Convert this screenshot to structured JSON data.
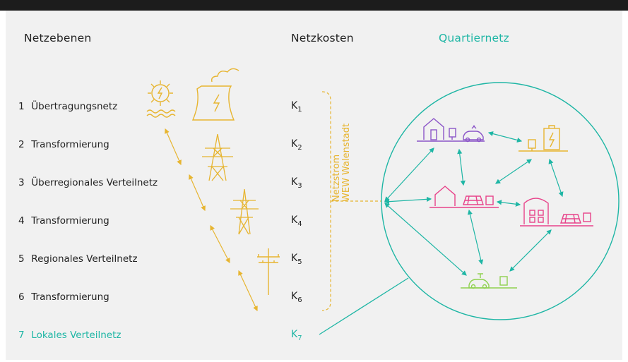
{
  "headers": {
    "left": "Netzebenen",
    "middle": "Netzkosten",
    "right": "Quartiernetz"
  },
  "levels": [
    {
      "num": "1",
      "label": "Übertragungsnetz"
    },
    {
      "num": "2",
      "label": "Transformierung"
    },
    {
      "num": "3",
      "label": "Überregionales Verteilnetz"
    },
    {
      "num": "4",
      "label": "Transformierung"
    },
    {
      "num": "5",
      "label": "Regionales Verteilnetz"
    },
    {
      "num": "6",
      "label": "Transformierung"
    },
    {
      "num": "7",
      "label": "Lokales Verteilnetz"
    }
  ],
  "costs": [
    {
      "base": "K",
      "sub": "1"
    },
    {
      "base": "K",
      "sub": "2"
    },
    {
      "base": "K",
      "sub": "3"
    },
    {
      "base": "K",
      "sub": "4"
    },
    {
      "base": "K",
      "sub": "5"
    },
    {
      "base": "K",
      "sub": "6"
    },
    {
      "base": "K",
      "sub": "7"
    }
  ],
  "bracket_label": {
    "line1": "Netzstrom",
    "line2": "WEW Walenstadt"
  },
  "colors": {
    "dark": "#222222",
    "teal": "#1fb6a5",
    "gold": "#e7b531",
    "purple": "#8b55c8",
    "pink": "#e8438a",
    "green": "#8fd14f",
    "background": "#f1f1f1"
  },
  "icons": [
    "power-plant-icon",
    "cooling-tower-icon",
    "pylon-icon",
    "utility-pole-icon",
    "house-icon",
    "car-icon",
    "meter-icon",
    "battery-icon",
    "solar-panel-icon",
    "apartment-icon"
  ]
}
